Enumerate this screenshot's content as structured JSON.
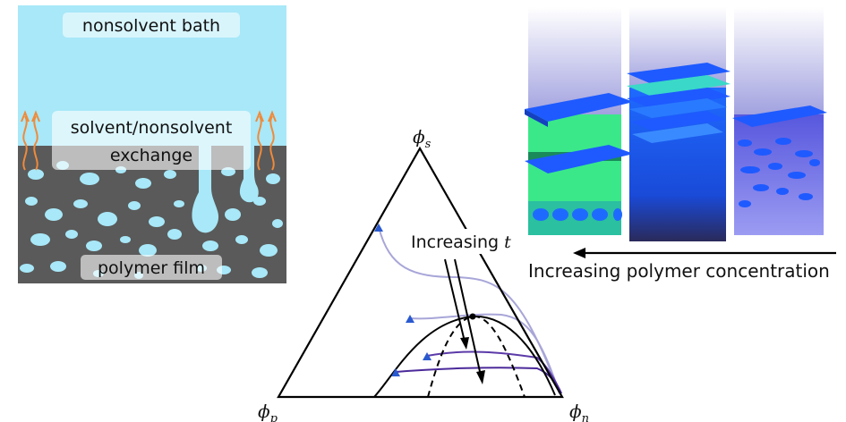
{
  "membrane_panel": {
    "bath_label": "nonsolvent bath",
    "exchange_label_line1": "solvent/nonsolvent",
    "exchange_label_line2": "exchange",
    "film_label": "polymer film",
    "colors": {
      "bath": "#a8e8f8",
      "film": "#5a5a5a",
      "pores": "#a8e8f8",
      "arrows": "#f08a3a"
    }
  },
  "ternary_diagram": {
    "vertex_top": "ϕ",
    "vertex_top_sub": "s",
    "vertex_left": "ϕ",
    "vertex_left_sub": "p",
    "vertex_right": "ϕ",
    "vertex_right_sub": "n",
    "annotation_text": "Increasing ",
    "annotation_var": "t",
    "colors": {
      "paths_light": "#a8a6d8",
      "paths_dark": "#4b2a9a",
      "markers": "#2a5ad0",
      "binodal": "#000000"
    }
  },
  "simulation_panel": {
    "caption": "Increasing polymer concentration",
    "colors": {
      "layers": "#1e5aff",
      "green": "#3ae88a",
      "shadow": "#6a6ad0"
    }
  }
}
